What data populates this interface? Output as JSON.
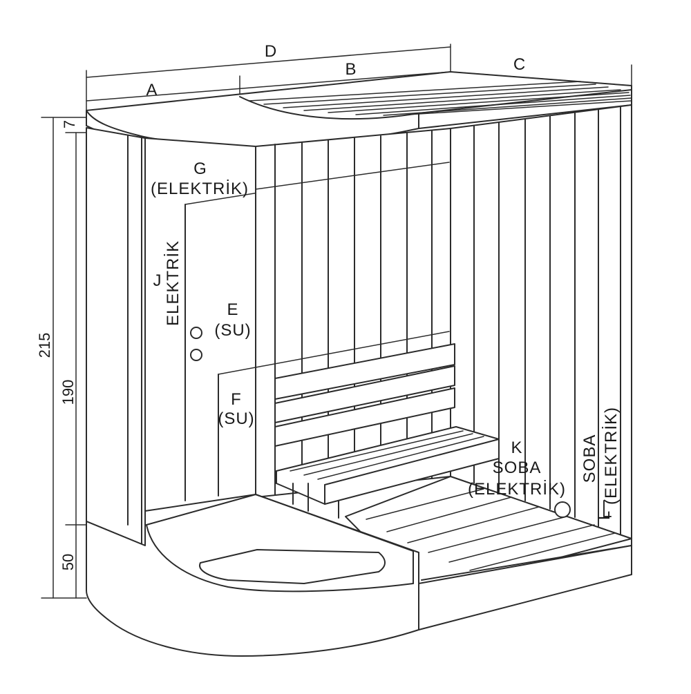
{
  "dimensions": {
    "A": "A",
    "B": "B",
    "C": "C",
    "D": "D",
    "h7": "7",
    "h215": "215",
    "h190": "190",
    "h50": "50"
  },
  "labels": {
    "g_letter": "G",
    "g_sub": "(ELEKTRİK)",
    "j_letter": "J",
    "j_sub": "ELEKTRİK",
    "e_letter": "E",
    "e_sub": "(SU)",
    "f_letter": "F",
    "f_sub": "(SU)",
    "k_letter": "K",
    "k_sub1": "SOBA",
    "k_sub2": "(ELEKTRİK)",
    "l_letter": "L",
    "l_sub1": "SOBA",
    "l_sub2": "(ELEKTRİK)"
  },
  "colors": {
    "line": "#2b2b2b",
    "background": "#ffffff"
  }
}
